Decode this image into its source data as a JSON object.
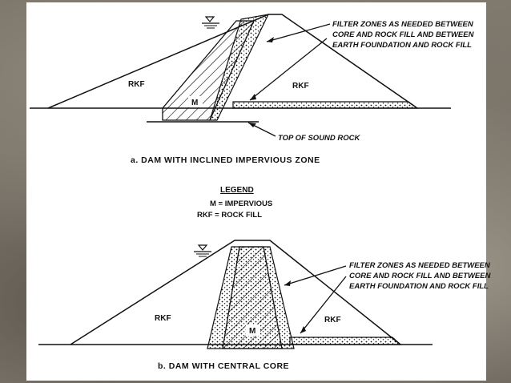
{
  "diagram_a": {
    "rkf_left": "RKF",
    "rkf_right": "RKF",
    "core_label": "M",
    "filter_note": [
      "FILTER ZONES AS NEEDED BETWEEN",
      "CORE AND ROCK FILL AND BETWEEN",
      "EARTH FOUNDATION AND ROCK FILL"
    ],
    "rock_note": "TOP OF SOUND ROCK",
    "caption": "a.  DAM WITH INCLINED IMPERVIOUS ZONE"
  },
  "legend": {
    "title": "LEGEND",
    "line1": "M = IMPERVIOUS",
    "line2": "RKF = ROCK FILL"
  },
  "diagram_b": {
    "rkf_left": "RKF",
    "rkf_right": "RKF",
    "core_label": "M",
    "filter_note": [
      "FILTER ZONES AS NEEDED BETWEEN",
      "CORE AND ROCK FILL AND BETWEEN",
      "EARTH FOUNDATION AND ROCK FILL"
    ],
    "caption": "b.  DAM WITH CENTRAL CORE"
  },
  "colors": {
    "ink": "#111111",
    "paper": "#ffffff",
    "background": "#6f6a60"
  },
  "icons": [
    "water-level-icon"
  ]
}
